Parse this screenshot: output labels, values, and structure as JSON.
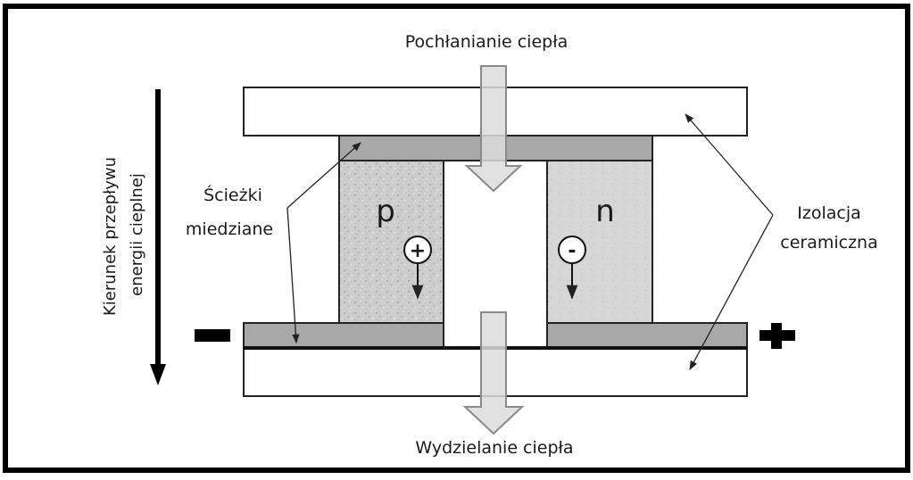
{
  "labels": {
    "heat_absorption": "Pochłanianie ciepła",
    "heat_release": "Wydzielanie ciepła",
    "copper_paths_line1": "Ścieżki",
    "copper_paths_line2": "miedziane",
    "ceramic_line1": "Izolacja",
    "ceramic_line2": "ceramiczna",
    "flow_line1": "Kierunek przepływu",
    "flow_line2": "energii cieplnej",
    "p_type": "p",
    "n_type": "n",
    "hole_charge": "+",
    "electron_charge": "-"
  },
  "colors": {
    "border": "#000000",
    "copper": "#a8a8a8",
    "semiconductor_p": "#cdcdcd",
    "semiconductor_n": "#d6d6d6",
    "arrow_fill": "#dcdcdc",
    "arrow_stroke": "#8a8a8a"
  },
  "icons": {
    "minus_terminal": "minus-sign-icon",
    "plus_terminal": "plus-sign-icon"
  }
}
